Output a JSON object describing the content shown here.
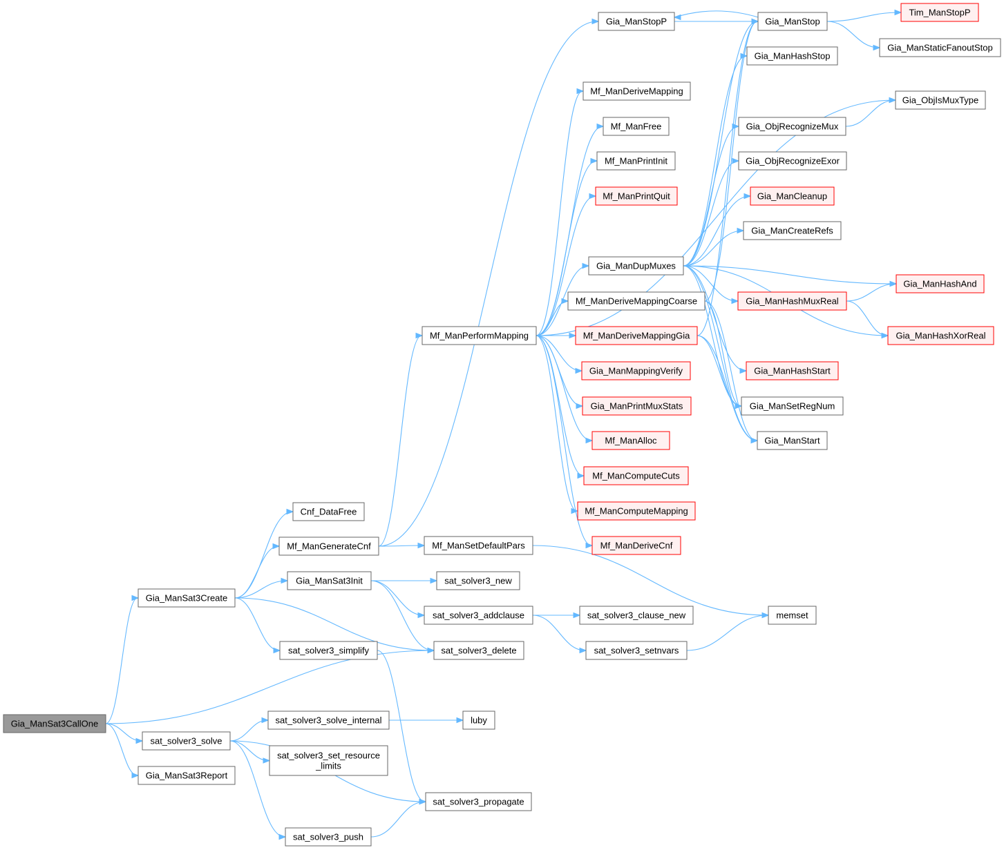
{
  "diagram": {
    "type": "call-graph",
    "nodes": [
      {
        "id": "n0",
        "label": [
          "Gia_ManSat3CallOne"
        ],
        "style": "root"
      },
      {
        "id": "n1",
        "label": [
          "Gia_ManSat3Create"
        ],
        "style": "normal"
      },
      {
        "id": "n2",
        "label": [
          "Cnf_DataFree"
        ],
        "style": "normal"
      },
      {
        "id": "n3",
        "label": [
          "Mf_ManGenerateCnf"
        ],
        "style": "normal"
      },
      {
        "id": "n4",
        "label": [
          "Gia_ManStopP"
        ],
        "style": "normal"
      },
      {
        "id": "n5",
        "label": [
          "Gia_ManStop"
        ],
        "style": "normal"
      },
      {
        "id": "n6",
        "label": [
          "Tim_ManStopP"
        ],
        "style": "external"
      },
      {
        "id": "n7",
        "label": [
          "Gia_ManStaticFanoutStop"
        ],
        "style": "normal"
      },
      {
        "id": "n8",
        "label": [
          "Mf_ManPerformMapping"
        ],
        "style": "normal"
      },
      {
        "id": "n9",
        "label": [
          "Mf_ManDeriveMapping"
        ],
        "style": "normal"
      },
      {
        "id": "n10",
        "label": [
          "Mf_ManFree"
        ],
        "style": "normal"
      },
      {
        "id": "n11",
        "label": [
          "Mf_ManPrintInit"
        ],
        "style": "normal"
      },
      {
        "id": "n12",
        "label": [
          "Mf_ManPrintQuit"
        ],
        "style": "external"
      },
      {
        "id": "n13",
        "label": [
          "Gia_ManDupMuxes"
        ],
        "style": "normal"
      },
      {
        "id": "n14",
        "label": [
          "Gia_ManHashStop"
        ],
        "style": "normal"
      },
      {
        "id": "n15",
        "label": [
          "Gia_ObjIsMuxType"
        ],
        "style": "normal"
      },
      {
        "id": "n16",
        "label": [
          "Gia_ObjRecognizeMux"
        ],
        "style": "normal"
      },
      {
        "id": "n17",
        "label": [
          "Gia_ObjRecognizeExor"
        ],
        "style": "normal"
      },
      {
        "id": "n18",
        "label": [
          "Gia_ManCleanup"
        ],
        "style": "external"
      },
      {
        "id": "n19",
        "label": [
          "Gia_ManCreateRefs"
        ],
        "style": "normal"
      },
      {
        "id": "n20",
        "label": [
          "Gia_ManHashAnd"
        ],
        "style": "external"
      },
      {
        "id": "n21",
        "label": [
          "Gia_ManHashMuxReal"
        ],
        "style": "external"
      },
      {
        "id": "n22",
        "label": [
          "Gia_ManHashXorReal"
        ],
        "style": "external"
      },
      {
        "id": "n23",
        "label": [
          "Mf_ManDeriveMappingCoarse"
        ],
        "style": "normal"
      },
      {
        "id": "n24",
        "label": [
          "Mf_ManDeriveMappingGia"
        ],
        "style": "external"
      },
      {
        "id": "n25",
        "label": [
          "Gia_ManHashStart"
        ],
        "style": "external"
      },
      {
        "id": "n26",
        "label": [
          "Gia_ManSetRegNum"
        ],
        "style": "normal"
      },
      {
        "id": "n27",
        "label": [
          "Gia_ManStart"
        ],
        "style": "normal"
      },
      {
        "id": "n28",
        "label": [
          "Gia_ManMappingVerify"
        ],
        "style": "external"
      },
      {
        "id": "n29",
        "label": [
          "Gia_ManPrintMuxStats"
        ],
        "style": "external"
      },
      {
        "id": "n30",
        "label": [
          "Mf_ManAlloc"
        ],
        "style": "external"
      },
      {
        "id": "n31",
        "label": [
          "Mf_ManComputeCuts"
        ],
        "style": "external"
      },
      {
        "id": "n32",
        "label": [
          "Mf_ManComputeMapping"
        ],
        "style": "external"
      },
      {
        "id": "n33",
        "label": [
          "Mf_ManDeriveCnf"
        ],
        "style": "external"
      },
      {
        "id": "n34",
        "label": [
          "Mf_ManSetDefaultPars"
        ],
        "style": "normal"
      },
      {
        "id": "n35",
        "label": [
          "memset"
        ],
        "style": "normal"
      },
      {
        "id": "n36",
        "label": [
          "Gia_ManSat3Init"
        ],
        "style": "normal"
      },
      {
        "id": "n37",
        "label": [
          "sat_solver3_new"
        ],
        "style": "normal"
      },
      {
        "id": "n38",
        "label": [
          "sat_solver3_addclause"
        ],
        "style": "normal"
      },
      {
        "id": "n39",
        "label": [
          "sat_solver3_clause_new"
        ],
        "style": "normal"
      },
      {
        "id": "n40",
        "label": [
          "sat_solver3_setnvars"
        ],
        "style": "normal"
      },
      {
        "id": "n41",
        "label": [
          "sat_solver3_delete"
        ],
        "style": "normal"
      },
      {
        "id": "n42",
        "label": [
          "sat_solver3_simplify"
        ],
        "style": "normal"
      },
      {
        "id": "n43",
        "label": [
          "sat_solver3_propagate"
        ],
        "style": "normal"
      },
      {
        "id": "n44",
        "label": [
          "sat_solver3_solve"
        ],
        "style": "normal"
      },
      {
        "id": "n45",
        "label": [
          "sat_solver3_solve_internal"
        ],
        "style": "normal"
      },
      {
        "id": "n46",
        "label": [
          "luby"
        ],
        "style": "normal"
      },
      {
        "id": "n47",
        "label": [
          "sat_solver3_set_resource",
          "_limits"
        ],
        "style": "normal"
      },
      {
        "id": "n48",
        "label": [
          "Gia_ManSat3Report"
        ],
        "style": "normal"
      },
      {
        "id": "n49",
        "label": [
          "sat_solver3_push"
        ],
        "style": "normal"
      }
    ],
    "edges": [
      [
        "n0",
        "n1"
      ],
      [
        "n0",
        "n41"
      ],
      [
        "n0",
        "n44"
      ],
      [
        "n0",
        "n48"
      ],
      [
        "n1",
        "n2"
      ],
      [
        "n1",
        "n3"
      ],
      [
        "n1",
        "n36"
      ],
      [
        "n1",
        "n41"
      ],
      [
        "n1",
        "n42"
      ],
      [
        "n3",
        "n4"
      ],
      [
        "n3",
        "n8"
      ],
      [
        "n3",
        "n34"
      ],
      [
        "n4",
        "n5"
      ],
      [
        "n5",
        "n4"
      ],
      [
        "n5",
        "n6"
      ],
      [
        "n5",
        "n7"
      ],
      [
        "n8",
        "n9"
      ],
      [
        "n8",
        "n10"
      ],
      [
        "n8",
        "n11"
      ],
      [
        "n8",
        "n12"
      ],
      [
        "n8",
        "n13"
      ],
      [
        "n8",
        "n23"
      ],
      [
        "n8",
        "n24"
      ],
      [
        "n8",
        "n28"
      ],
      [
        "n8",
        "n29"
      ],
      [
        "n8",
        "n30"
      ],
      [
        "n8",
        "n31"
      ],
      [
        "n8",
        "n32"
      ],
      [
        "n8",
        "n33"
      ],
      [
        "n8",
        "n15"
      ],
      [
        "n13",
        "n5"
      ],
      [
        "n13",
        "n14"
      ],
      [
        "n13",
        "n16"
      ],
      [
        "n13",
        "n17"
      ],
      [
        "n13",
        "n18"
      ],
      [
        "n13",
        "n19"
      ],
      [
        "n13",
        "n20"
      ],
      [
        "n13",
        "n21"
      ],
      [
        "n13",
        "n22"
      ],
      [
        "n13",
        "n25"
      ],
      [
        "n13",
        "n26"
      ],
      [
        "n13",
        "n27"
      ],
      [
        "n16",
        "n15"
      ],
      [
        "n21",
        "n20"
      ],
      [
        "n21",
        "n22"
      ],
      [
        "n23",
        "n5"
      ],
      [
        "n23",
        "n26"
      ],
      [
        "n23",
        "n27"
      ],
      [
        "n24",
        "n5"
      ],
      [
        "n24",
        "n26"
      ],
      [
        "n24",
        "n27"
      ],
      [
        "n34",
        "n35"
      ],
      [
        "n36",
        "n37"
      ],
      [
        "n36",
        "n38"
      ],
      [
        "n36",
        "n41"
      ],
      [
        "n38",
        "n39"
      ],
      [
        "n38",
        "n40"
      ],
      [
        "n40",
        "n35"
      ],
      [
        "n42",
        "n43"
      ],
      [
        "n44",
        "n45"
      ],
      [
        "n44",
        "n47"
      ],
      [
        "n44",
        "n43"
      ],
      [
        "n44",
        "n49"
      ],
      [
        "n45",
        "n46"
      ],
      [
        "n49",
        "n43"
      ]
    ]
  }
}
